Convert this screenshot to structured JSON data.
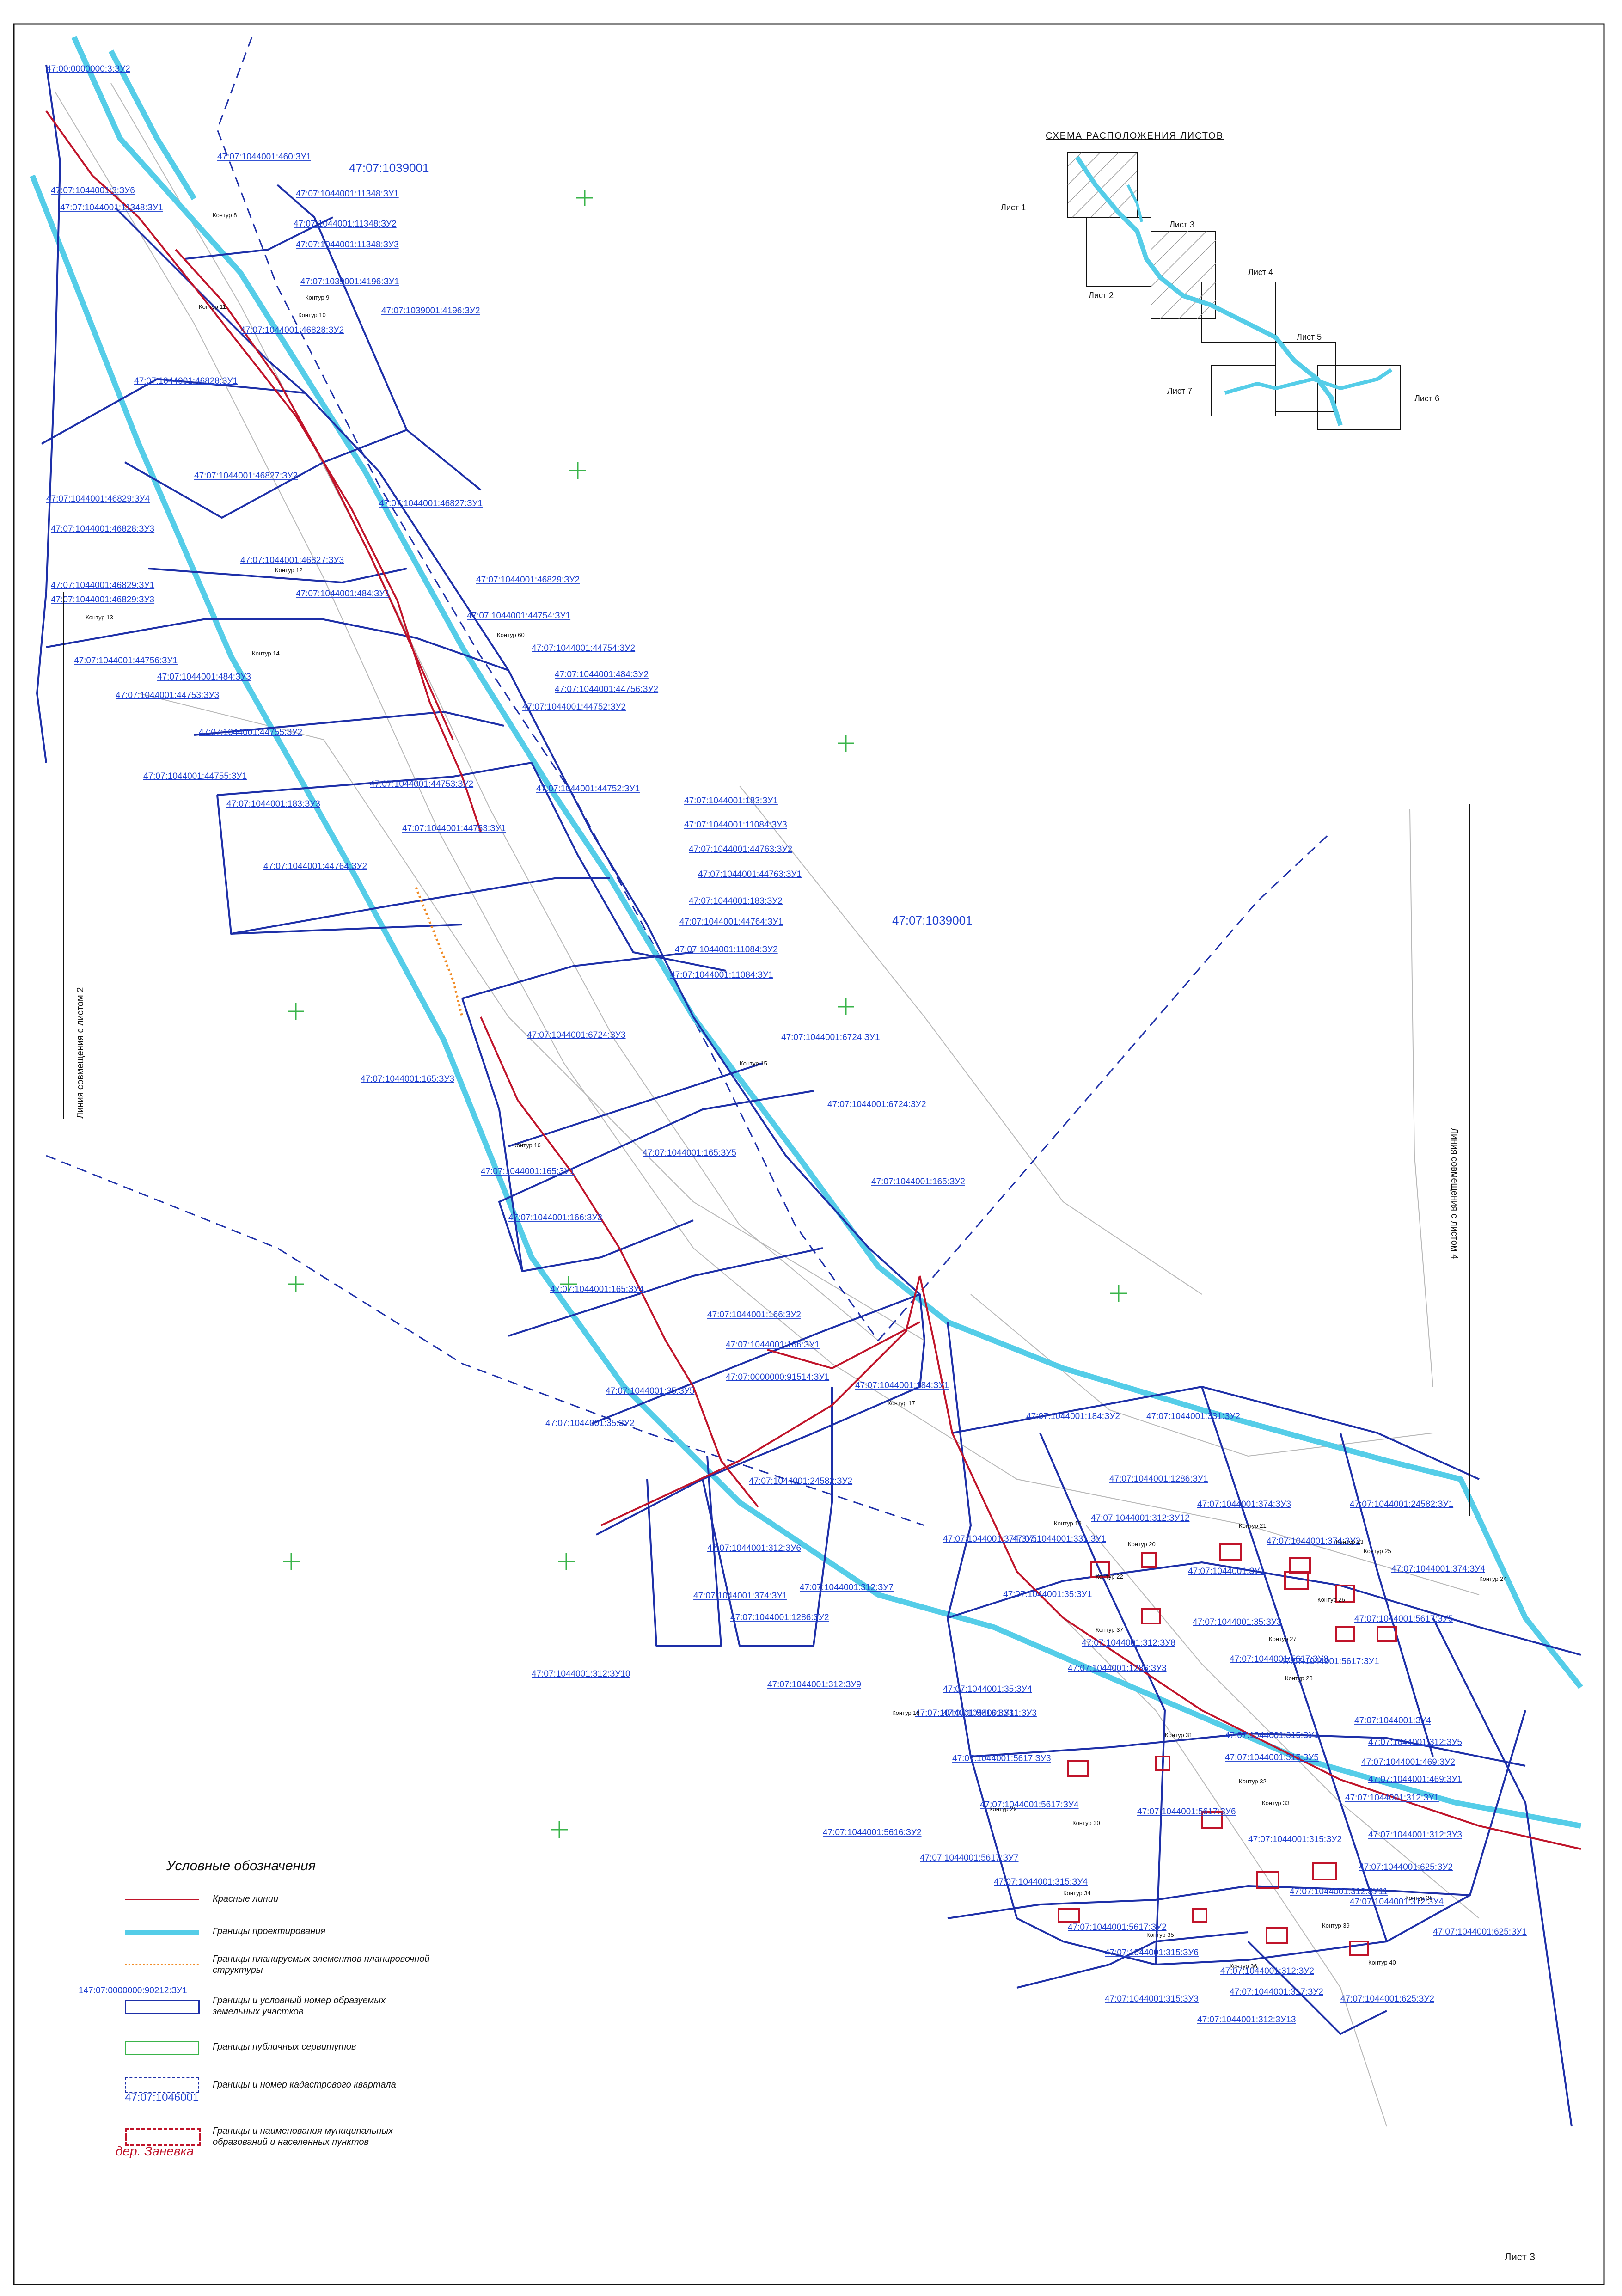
{
  "quarters": {
    "main_left": "47:07:1039001",
    "main_center": "47:07:1039001"
  },
  "parcels": [
    "47:00:0000000:3:ЗУ2",
    "47:07:1044001:460:ЗУ1",
    "47:07:1044001:3:ЗУ6",
    "47:07:1044001:11348:ЗУ1",
    "47:07:1044001:11348:ЗУ1",
    "47:07:1044001:11348:ЗУ2",
    "47:07:1044001:11348:ЗУ3",
    "47:07:1039001:4196:ЗУ1",
    "47:07:1039001:4196:ЗУ2",
    "47:07:1044001:46828:ЗУ2",
    "47:07:1044001:46828:ЗУ1",
    "47:07:1044001:46827:ЗУ2",
    "47:07:1044001:46827:ЗУ1",
    "47:07:1044001:46829:ЗУ4",
    "47:07:1044001:46828:ЗУ3",
    "47:07:1044001:46827:ЗУ3",
    "47:07:1044001:46829:ЗУ1",
    "47:07:1044001:46829:ЗУ3",
    "47:07:1044001:484:ЗУ1",
    "47:07:1044001:46829:ЗУ2",
    "47:07:1044001:44754:ЗУ1",
    "47:07:1044001:44754:ЗУ2",
    "47:07:1044001:44756:ЗУ1",
    "47:07:1044001:484:ЗУ3",
    "47:07:1044001:484:ЗУ2",
    "47:07:1044001:44756:ЗУ2",
    "47:07:1044001:44753:ЗУ3",
    "47:07:1044001:44752:ЗУ2",
    "47:07:1044001:44755:ЗУ2",
    "47:07:1044001:44755:ЗУ1",
    "47:07:1044001:44753:ЗУ2",
    "47:07:1044001:44752:ЗУ1",
    "47:07:1044001:183:ЗУ3",
    "47:07:1044001:44753:ЗУ1",
    "47:07:1044001:183:ЗУ1",
    "47:07:1044001:11084:ЗУ3",
    "47:07:1044001:44763:ЗУ2",
    "47:07:1044001:44763:ЗУ1",
    "47:07:1044001:44764:ЗУ2",
    "47:07:1044001:183:ЗУ2",
    "47:07:1044001:44764:ЗУ1",
    "47:07:1044001:11084:ЗУ2",
    "47:07:1044001:11084:ЗУ1",
    "47:07:1044001:6724:ЗУ3",
    "47:07:1044001:6724:ЗУ1",
    "47:07:1044001:165:ЗУ3",
    "47:07:1044001:6724:ЗУ2",
    "47:07:1044001:165:ЗУ5",
    "47:07:1044001:165:ЗУ1",
    "47:07:1044001:165:ЗУ2",
    "47:07:1044001:166:ЗУ3",
    "47:07:1044001:165:ЗУ4",
    "47:07:1044001:166:ЗУ2",
    "47:07:1044001:166:ЗУ1",
    "47:07:0000000:91514:ЗУ1",
    "47:07:1044001:35:ЗУ5",
    "47:07:1044001:184:ЗУ1",
    "47:07:1044001:35:ЗУ2",
    "47:07:1044001:184:ЗУ2",
    "47:07:1044001:331:ЗУ2",
    "47:07:1044001:24582:ЗУ2",
    "47:07:1044001:1286:ЗУ1",
    "47:07:1044001:374:ЗУ3",
    "47:07:1044001:24582:ЗУ1",
    "47:07:1044001:312:ЗУ12",
    "47:07:1044001:374:ЗУ5",
    "47:07:1044001:331:ЗУ1",
    "47:07:1044001:374:ЗУ2",
    "47:07:1044001:312:ЗУ6",
    "47:07:1044001:ЗУ1",
    "47:07:1044001:374:ЗУ4",
    "47:07:1044001:312:ЗУ7",
    "47:07:1044001:35:ЗУ1",
    "47:07:1044001:374:ЗУ1",
    "47:07:1044001:1286:ЗУ2",
    "47:07:1044001:35:ЗУ3",
    "47:07:1044001:5617:ЗУ5",
    "47:07:1044001:312:ЗУ8",
    "47:07:1044001:5617:ЗУ8",
    "47:07:1044001:312:ЗУ10",
    "47:07:1044001:1286:ЗУ3",
    "47:07:1044001:5617:ЗУ1",
    "47:07:1044001:312:ЗУ9",
    "47:07:1044001:35:ЗУ4",
    "47:07:1044001:5616:ЗУ1",
    "47:07:1044001:331:ЗУ3",
    "47:07:1044001:ЗУ4",
    "47:07:1044001:315:ЗУ1",
    "47:07:1044001:312:ЗУ5",
    "47:07:1044001:5617:ЗУ3",
    "47:07:1044001:315:ЗУ5",
    "47:07:1044001:469:ЗУ2",
    "47:07:1044001:469:ЗУ1",
    "47:07:1044001:312:ЗУ1",
    "47:07:1044001:5617:ЗУ4",
    "47:07:1044001:5617:ЗУ6",
    "47:07:1044001:5616:ЗУ2",
    "47:07:1044001:315:ЗУ2",
    "47:07:1044001:312:ЗУ3",
    "47:07:1044001:5617:ЗУ7",
    "47:07:1044001:625:ЗУ2",
    "47:07:1044001:315:ЗУ4",
    "47:07:1044001:312:ЗУ11",
    "47:07:1044001:312:ЗУ4",
    "47:07:1044001:5617:ЗУ2",
    "47:07:1044001:625:ЗУ1",
    "47:07:1044001:315:ЗУ6",
    "47:07:1044001:312:ЗУ2",
    "47:07:1044001:317:ЗУ2",
    "47:07:1044001:315:ЗУ3",
    "47:07:1044001:625:ЗУ2",
    "47:07:1044001:312:ЗУ13"
  ],
  "contours": [
    "Контур 8",
    "Контур 9",
    "Контур 10",
    "Контур 11",
    "Контур 12",
    "Контур 13",
    "Контур 14",
    "Контур 60",
    "Контур 15",
    "Контур 16",
    "Контур 17",
    "Контур 18",
    "Контур 19",
    "Контур 20",
    "Контур 21",
    "Контур 22",
    "Контур 23",
    "Контур 24",
    "Контур 25",
    "Контур 26",
    "Контур 27",
    "Контур 28",
    "Контур 29",
    "Контур 30",
    "Контур 31",
    "Контур 32",
    "Контур 33",
    "Контур 34",
    "Контур 35",
    "Контур 36",
    "Контур 37",
    "Контур 38",
    "Контур 39",
    "Контур 40"
  ],
  "combine_lines": {
    "left": "Линия совмещения с листом 2",
    "right": "Линия совмещения с листом 4"
  },
  "key_map": {
    "title": "СХЕМА РАСПОЛОЖЕНИЯ ЛИСТОВ",
    "sheets": [
      "Лист 1",
      "Лист 2",
      "Лист 3",
      "Лист 4",
      "Лист 5",
      "Лист 6",
      "Лист 7"
    ]
  },
  "legend": {
    "title": "Условные обозначения",
    "items": [
      {
        "text": "Красные линии"
      },
      {
        "text": "Границы проектирования"
      },
      {
        "text": "Границы планируемых элементов планировочной структуры"
      },
      {
        "text": "Границы и условный номер образуемых земельных участков",
        "sample_label": "147:07:0000000:90212:ЗУ1"
      },
      {
        "text": "Границы публичных сервитутов"
      },
      {
        "text": "Границы и номер кадастрового квартала",
        "sample_label": "47:07:1046001"
      },
      {
        "text": "Границы и наименования муниципальных образований и населенных пунктов",
        "sample_label": "дер. Заневка"
      }
    ]
  },
  "sheet_number": "Лист 3",
  "colors": {
    "red_line": "#c0142a",
    "design_boundary": "#55cde8",
    "parcel_boundary": "#1d2fa8",
    "label_blue": "#1e3fd0",
    "servitude": "#3ab44a",
    "planning_elements": "#f08a24"
  }
}
